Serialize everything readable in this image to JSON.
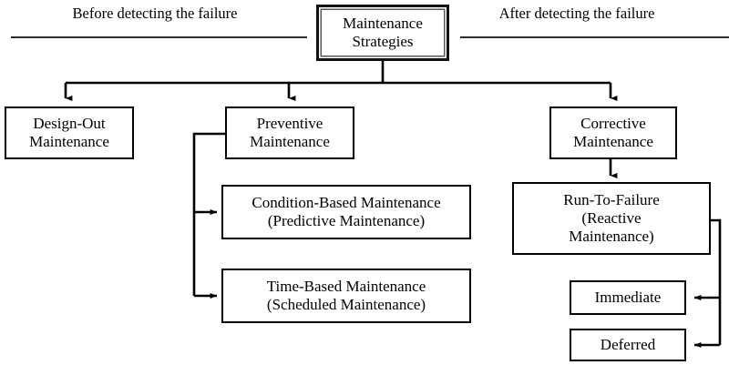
{
  "diagram": {
    "title_root": "Maintenance\nStrategies",
    "headers": {
      "left": "Before detecting the failure",
      "right": "After detecting the failure"
    },
    "nodes": {
      "design_out": "Design-Out\nMaintenance",
      "preventive": "Preventive\nMaintenance",
      "corrective": "Corrective\nMaintenance",
      "condition_based": "Condition-Based Maintenance\n(Predictive Maintenance)",
      "time_based": "Time-Based Maintenance\n(Scheduled Maintenance)",
      "run_to_failure": "Run-To-Failure\n(Reactive\nMaintenance)",
      "immediate": "Immediate",
      "deferred": "Deferred"
    },
    "colors": {
      "stroke": "#000000",
      "background": "#ffffff",
      "rule": "#2a2a2a"
    }
  }
}
